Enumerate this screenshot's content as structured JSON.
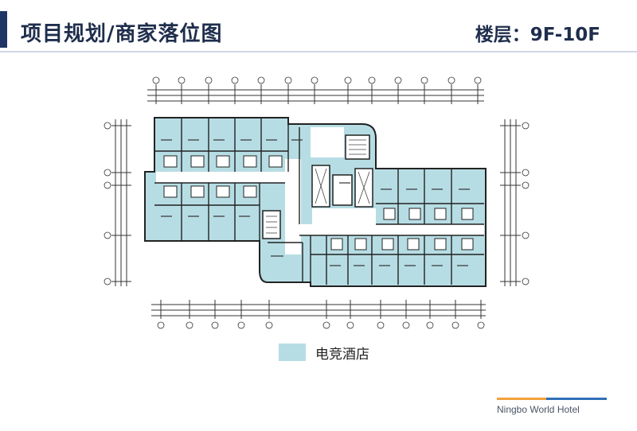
{
  "header": {
    "title": "项目规划/商家落位图",
    "floor_label": "楼层：9F-10F"
  },
  "legend": {
    "items": [
      {
        "label": "电竞酒店",
        "color": "#b7dde4"
      }
    ]
  },
  "footer": {
    "brand": "Ningbo World Hotel"
  },
  "colors": {
    "room_fill": "#b7dde4",
    "wall": "#2b2b2b",
    "title_accent": "#1f3566"
  }
}
